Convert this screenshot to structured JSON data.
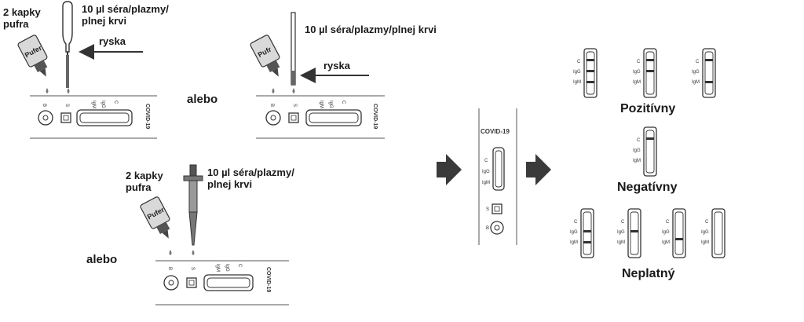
{
  "panel_top_left": {
    "drops_label_line1": "2 kapky",
    "drops_label_line2": "pufra",
    "sample_label_line1": "10 µl séra/plazmy/",
    "sample_label_line2": "plnej krvi",
    "line_label": "ryska",
    "bottle_label": "Pufer",
    "cassette_label": "COVID-19",
    "well_b": "B",
    "well_s": "S",
    "mark_c": "C",
    "mark_igg": "IgG",
    "mark_igm": "IgM"
  },
  "or_label_1": "alebo",
  "panel_top_right": {
    "sample_label": "10 µl séra/plazmy/plnej krvi",
    "line_label": "ryska",
    "bottle_label": "Pufr",
    "cassette_label": "COVID-19",
    "well_b": "B",
    "well_s": "S",
    "mark_c": "C",
    "mark_igg": "IgG",
    "mark_igm": "IgM"
  },
  "panel_bottom": {
    "drops_label_line1": "2 kapky",
    "drops_label_line2": "pufra",
    "sample_label_line1": "10 µl séra/plazmy/",
    "sample_label_line2": "plnej krvi",
    "bottle_label": "Pufer",
    "cassette_label": "COVID-19",
    "well_b": "B",
    "well_s": "S",
    "mark_c": "C",
    "mark_igg": "IgG",
    "mark_igm": "IgM"
  },
  "or_label_2": "alebo",
  "center_cassette": {
    "label": "COVID-19",
    "mark_c": "C",
    "mark_igg": "IgG",
    "mark_igm": "IgM",
    "well_s": "S",
    "well_b": "B"
  },
  "results": {
    "positive_label": "Pozitívny",
    "negative_label": "Negatívny",
    "invalid_label": "Neplatný",
    "mark_c": "C",
    "mark_igg": "IgG",
    "mark_igm": "IgM"
  }
}
